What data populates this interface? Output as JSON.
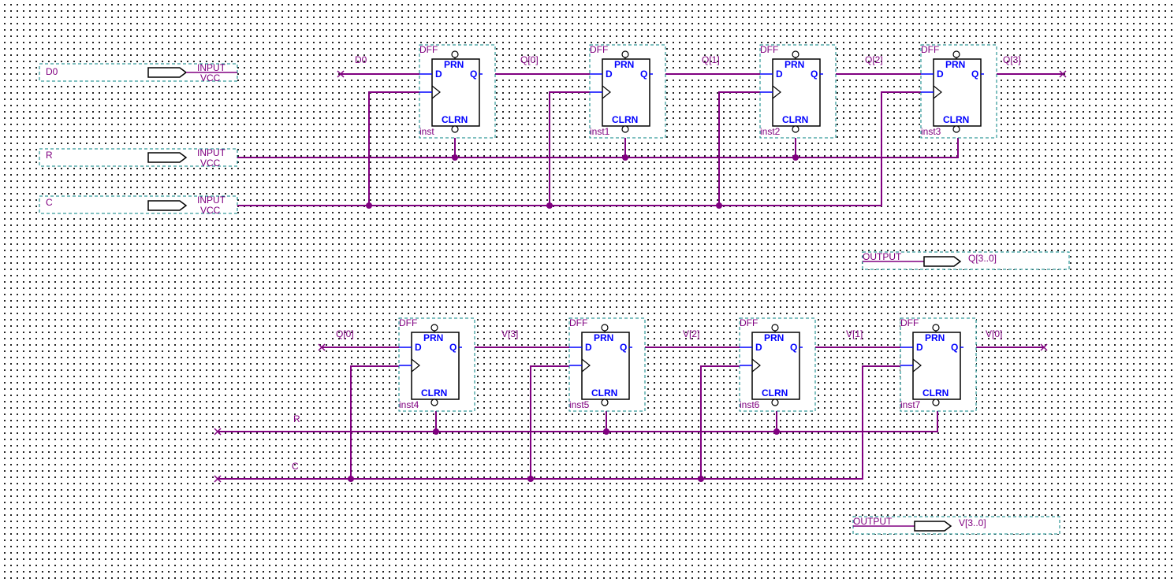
{
  "colors": {
    "wire": "#800080",
    "pin": "#0000ff",
    "frame": "#008080",
    "body": "#000000"
  },
  "flipflop": {
    "type_label": "DFF",
    "preset_label": "PRN",
    "clear_label": "CLRN",
    "d_label": "D",
    "q_label": "Q"
  },
  "inputs": [
    {
      "name": "D0",
      "type": "INPUT",
      "default": "VCC"
    },
    {
      "name": "R",
      "type": "INPUT",
      "default": "VCC"
    },
    {
      "name": "C",
      "type": "INPUT",
      "default": "VCC"
    }
  ],
  "outputs": [
    {
      "name": "Q[3..0]",
      "type": "OUTPUT"
    },
    {
      "name": "V[3..0]",
      "type": "OUTPUT"
    }
  ],
  "top_row": {
    "input_label": "D0",
    "instances": [
      "inst",
      "inst1",
      "inst2",
      "inst3"
    ],
    "q_labels": [
      "Q[0]",
      "Q[1]",
      "Q[2]",
      "Q[3]"
    ]
  },
  "bottom_row": {
    "input_label": "Q[0]",
    "instances": [
      "inst4",
      "inst5",
      "inst6",
      "inst7"
    ],
    "q_labels": [
      "V[3]",
      "V[2]",
      "V[1]",
      "V[0]"
    ],
    "reset_label": "R",
    "clock_label": "C"
  }
}
